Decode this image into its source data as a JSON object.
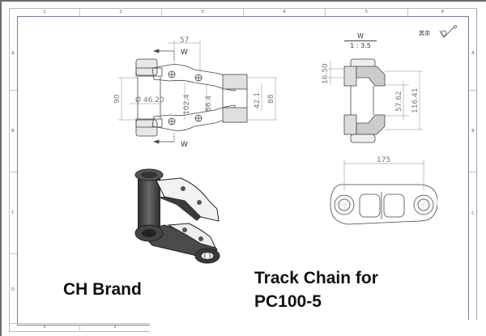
{
  "drawing": {
    "zones": {
      "columns": [
        "1",
        "2",
        "3",
        "4",
        "5",
        "6"
      ],
      "rows": [
        "A",
        "B",
        "C",
        "D"
      ]
    },
    "section_view": {
      "name": "W",
      "scale": "1 : 3.5"
    },
    "roughness_note": "其余",
    "top_view": {
      "section_marker_label_top": "W",
      "section_marker_label_bottom": "W",
      "dimensions": {
        "pitch_offset": "57",
        "outer_height": "90",
        "pin_diameter": "Ø 46.20",
        "inner_span": "102.4",
        "link_span": "86.4",
        "bushing_inner": "42.1",
        "bushing_outer": "88"
      }
    },
    "section_w": {
      "dimensions": {
        "flange": "16.50",
        "inner": "57.62",
        "overall": "116.41"
      }
    },
    "side_view": {
      "dimensions": {
        "pitch": "175"
      }
    },
    "isometric_view": {
      "description": "3D rendering of track chain link assembly"
    }
  },
  "caption": {
    "brand": "CH Brand",
    "product_line1": "Track Chain for",
    "product_line2": "PC100-5"
  },
  "colors": {
    "sheet_border": "#7a7a95",
    "line": "#444444",
    "dimension": "#777777",
    "text": "#111111"
  }
}
